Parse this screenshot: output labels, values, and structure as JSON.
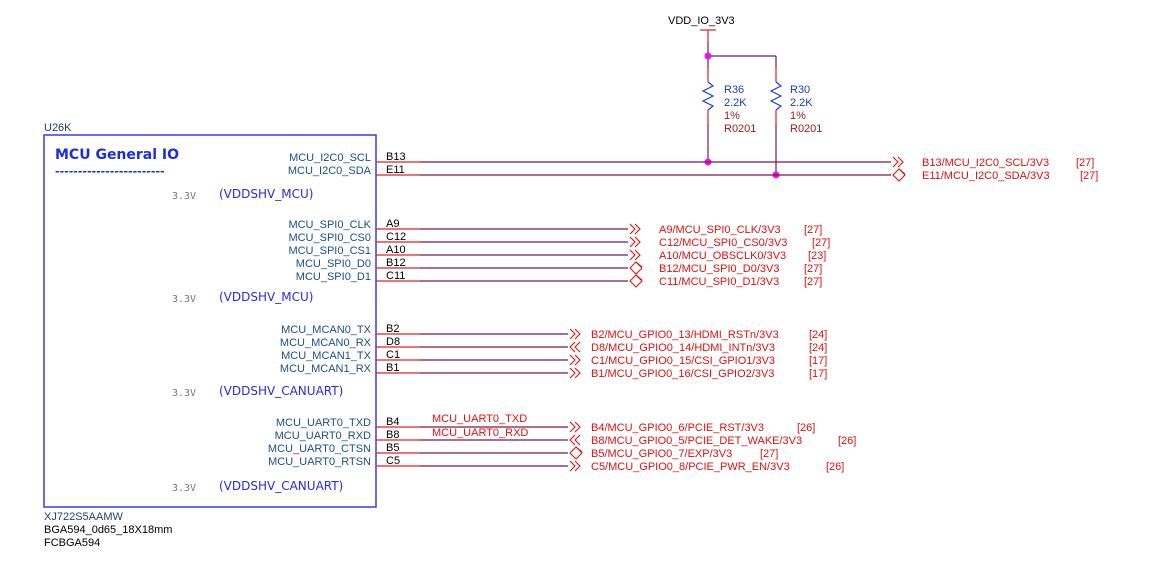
{
  "power": {
    "rail_label": "VDD_IO_3V3"
  },
  "resistors": [
    {
      "ref": "R36",
      "value": "2.2K",
      "tolerance": "1%",
      "package": "R0201"
    },
    {
      "ref": "R30",
      "value": "2.2K",
      "tolerance": "1%",
      "package": "R0201"
    }
  ],
  "component": {
    "ref": "U26K",
    "title": "MCU General IO",
    "title_underline": "------------------------",
    "part_number": "XJ722S5AAMW",
    "footprint": "BGA594_0d65_18X18mm",
    "package": "FCBGA594"
  },
  "groups": [
    {
      "name": "i2c",
      "voltage": "3.3V",
      "domain": "(VDDSHV_MCU)",
      "pins": [
        {
          "name": "MCU_I2C0_SCL",
          "ball": "B13",
          "net": "B13/MCU_I2C0_SCL/3V3",
          "page": "[27]",
          "dir": "out"
        },
        {
          "name": "MCU_I2C0_SDA",
          "ball": "E11",
          "net": "E11/MCU_I2C0_SDA/3V3",
          "page": "[27]",
          "dir": "bi"
        }
      ]
    },
    {
      "name": "spi",
      "voltage": "3.3V",
      "domain": "(VDDSHV_MCU)",
      "pins": [
        {
          "name": "MCU_SPI0_CLK",
          "ball": "A9",
          "net": "A9/MCU_SPI0_CLK/3V3",
          "page": "[27]",
          "dir": "out"
        },
        {
          "name": "MCU_SPI0_CS0",
          "ball": "C12",
          "net": "C12/MCU_SPI0_CS0/3V3",
          "page": "[27]",
          "dir": "out"
        },
        {
          "name": "MCU_SPI0_CS1",
          "ball": "A10",
          "net": "A10/MCU_OBSCLK0/3V3",
          "page": "[23]",
          "dir": "out"
        },
        {
          "name": "MCU_SPI0_D0",
          "ball": "B12",
          "net": "B12/MCU_SPI0_D0/3V3",
          "page": "[27]",
          "dir": "bi"
        },
        {
          "name": "MCU_SPI0_D1",
          "ball": "C11",
          "net": "C11/MCU_SPI0_D1/3V3",
          "page": "[27]",
          "dir": "bi"
        }
      ]
    },
    {
      "name": "mcan",
      "voltage": "3.3V",
      "domain": "(VDDSHV_CANUART)",
      "pins": [
        {
          "name": "MCU_MCAN0_TX",
          "ball": "B2",
          "net": "B2/MCU_GPIO0_13/HDMI_RSTn/3V3",
          "page": "[24]",
          "dir": "out"
        },
        {
          "name": "MCU_MCAN0_RX",
          "ball": "D8",
          "net": "D8/MCU_GPIO0_14/HDMI_INTn/3V3",
          "page": "[24]",
          "dir": "in"
        },
        {
          "name": "MCU_MCAN1_TX",
          "ball": "C1",
          "net": "C1/MCU_GPIO0_15/CSI_GPIO1/3V3",
          "page": "[17]",
          "dir": "out"
        },
        {
          "name": "MCU_MCAN1_RX",
          "ball": "B1",
          "net": "B1/MCU_GPIO0_16/CSI_GPIO2/3V3",
          "page": "[17]",
          "dir": "out"
        }
      ]
    },
    {
      "name": "uart",
      "voltage": "3.3V",
      "domain": "(VDDSHV_CANUART)",
      "pins": [
        {
          "name": "MCU_UART0_TXD",
          "ball": "B4",
          "net": "B4/MCU_GPIO0_6/PCIE_RST/3V3",
          "page": "[26]",
          "dir": "out"
        },
        {
          "name": "MCU_UART0_RXD",
          "ball": "B8",
          "net": "B8/MCU_GPIO0_5/PCIE_DET_WAKE/3V3",
          "page": "[26]",
          "dir": "in"
        },
        {
          "name": "MCU_UART0_CTSN",
          "ball": "B5",
          "net": "B5/MCU_GPIO0_7/EXP/3V3",
          "page": "[27]",
          "dir": "bi"
        },
        {
          "name": "MCU_UART0_RTSN",
          "ball": "C5",
          "net": "C5/MCU_GPIO0_8/PCIE_PWR_EN/3V3",
          "page": "[26]",
          "dir": "out"
        }
      ]
    }
  ],
  "wire_labels": [
    {
      "text": "MCU_UART0_TXD"
    },
    {
      "text": "MCU_UART0_RXD"
    }
  ],
  "colors": {
    "box": "#3a3ae8",
    "pin_stub": "#e02020",
    "wire": "#7a1a4a",
    "junction": "#ee10ee",
    "net_label": "#e01010"
  }
}
